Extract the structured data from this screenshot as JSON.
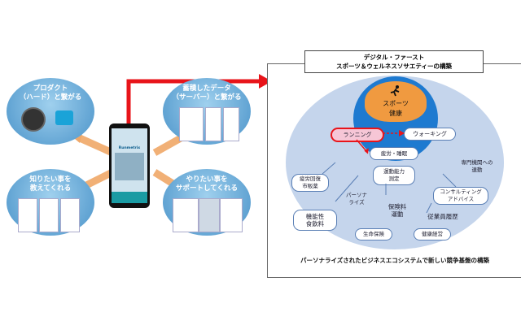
{
  "phone": {
    "app_name": "Runmetrix"
  },
  "bubbles": {
    "top_left": "プロダクト\n（ハード）と繋がる",
    "top_right": "蓄積したデータ\n（サーバー）と繋がる",
    "bottom_left": "知りたい事を\n教えてくれる",
    "bottom_right": "やりたい事を\nサポートしてくれる"
  },
  "right_panel": {
    "title_line1": "デジタル・ファースト",
    "title_line2": "スポーツ＆ウェルネスソサエティーの構築",
    "center_label1": "スポーツ",
    "center_label2": "健康",
    "running": "ランニング",
    "walking": "ウォーキング",
    "fatigue_sleep": "疲労・睡眠",
    "motor_ability": "運動能力\n測定",
    "recovery_market": "疲労回復\n市販薬",
    "personalize": "パーソナ\nライズ",
    "functional_food": "機能性\n食飲料",
    "insurance_exercise": "保険料\n運動",
    "life_insurance": "生命保険",
    "employee_history": "従業員履歴",
    "health_management": "健康経営",
    "expert_link": "専門機関への\n連動",
    "consulting": "コンサルティング\nアドバイス",
    "footer": "パーソナライズされたビジネスエコシステムで新しい競争基盤の構築"
  },
  "colors": {
    "accent_red": "#e8141a",
    "arrow_orange": "#f0a868",
    "bubble_blue": "#4a93c9",
    "panel_blue": "#c5d5ec"
  }
}
